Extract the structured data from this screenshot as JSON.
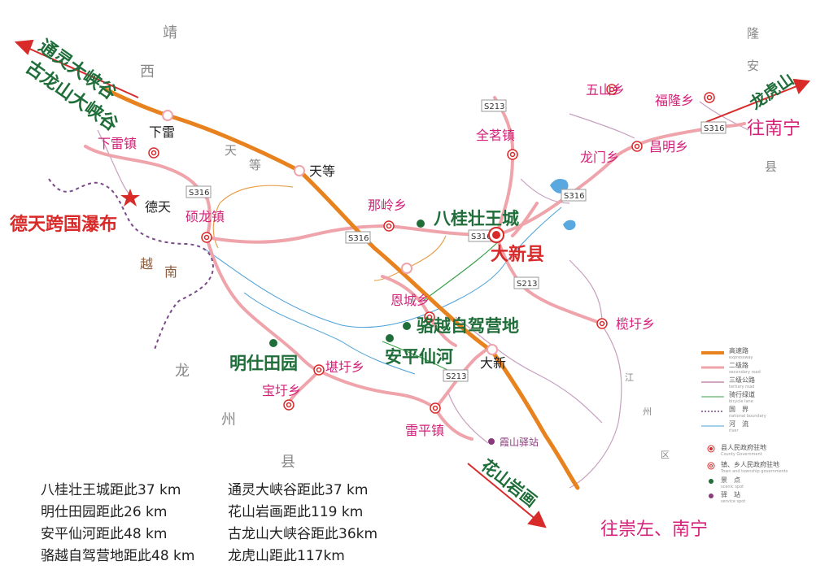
{
  "colors": {
    "expressway": "#e8821e",
    "secondary_road": "#efa3aa",
    "tertiary_road": "#a0508a",
    "bicycle_lane": "#3aa14a",
    "border": "#7a4a8a",
    "river": "#4aa0d8",
    "county_label": "#888888",
    "township_label": "#d4217a",
    "scenic_label": "#1f6e3a",
    "red_label": "#d92a2a"
  },
  "directions": {
    "tongling": "通灵大峡谷",
    "gulongshan": "古龙山大峡谷",
    "longhushan": "龙虎山",
    "nanning": "往南宁",
    "huashan": "花山岩画",
    "chongzuo": "往崇左、南宁"
  },
  "regions": {
    "jingxi": [
      "靖",
      "西"
    ],
    "tiandeng": [
      "天",
      "等"
    ],
    "yuenan": [
      "越",
      "南"
    ],
    "longzhou": [
      "龙",
      "州",
      "县"
    ],
    "longan": [
      "隆",
      "安",
      "县"
    ],
    "jiangzhou": [
      "江",
      "州",
      "区"
    ]
  },
  "places": {
    "xialei": "下雷",
    "tiandeng": "天等",
    "dexin": "德天",
    "daxin": "大新",
    "daxin_county": "大新县"
  },
  "townships": {
    "xialeizhen": "下雷镇",
    "shuolongzhen": "硕龙镇",
    "nalingxiang": "那岭乡",
    "enchengxiang": "恩城乡",
    "kanxuxiang": "堪圩乡",
    "baoxuxiang": "宝圩乡",
    "leipingzhen": "雷平镇",
    "lanxuxiang": "榄圩乡",
    "quanmingzhen": "全茗镇",
    "wushanxiang": "五山乡",
    "fulongxiang": "福隆乡",
    "longmenxiang": "龙门乡",
    "changmingxiang": "昌明乡"
  },
  "scenic": {
    "dtpb": "德天跨国瀑布",
    "bagui": "八桂壮王城",
    "luoyue": "骆越自驾营地",
    "anping": "安平仙河",
    "mingshi": "明仕田园",
    "xiashan": "霞山驿站"
  },
  "routes": {
    "s316": "S316",
    "s213": "S213"
  },
  "distances_left": [
    "八桂壮王城距此37 km",
    "明仕田园距此26 km",
    "安平仙河距此48 km",
    "骆越自驾营地距此48 km"
  ],
  "distances_right": [
    "通灵大峡谷距此37 km",
    "花山岩画距此119 km",
    "古龙山大峡谷距此36km",
    "龙虎山距此117km"
  ],
  "legend": [
    {
      "zh": "高速路",
      "en": "expressway"
    },
    {
      "zh": "二级路",
      "en": "secondary road"
    },
    {
      "zh": "三级公路",
      "en": "tertiary road"
    },
    {
      "zh": "骑行绿道",
      "en": "bicycle lane"
    },
    {
      "zh": "国　界",
      "en": "national boundary"
    },
    {
      "zh": "河　流",
      "en": "river"
    },
    {
      "zh": "县人民政府驻地",
      "en": "County Government"
    },
    {
      "zh": "镇、乡人民政府驻地",
      "en": "Town and township governments"
    },
    {
      "zh": "景　点",
      "en": "scenic spot"
    },
    {
      "zh": "驿　站",
      "en": "service spot"
    }
  ]
}
